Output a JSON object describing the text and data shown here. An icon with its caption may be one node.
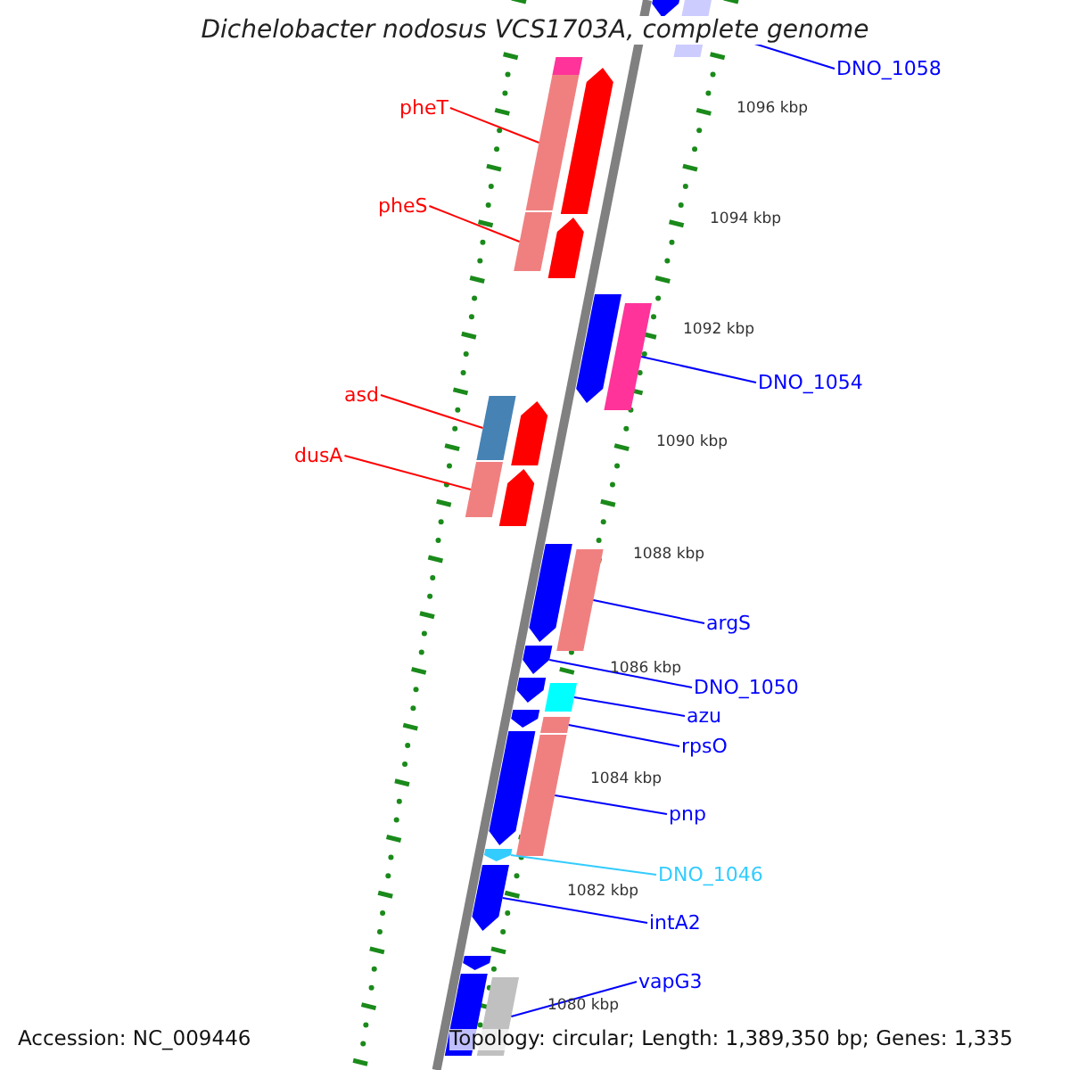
{
  "diagram": {
    "title": "Dichelobacter nodosus VCS1703A, complete genome",
    "nodes": [
      {
        "text": [
          "DNO_1058"
        ]
      },
      {
        "text": [
          "pheT"
        ]
      },
      {
        "text": [
          "pheS"
        ]
      },
      {
        "text": [
          "DNO_1054"
        ]
      },
      {
        "text": [
          "asd"
        ]
      },
      {
        "text": [
          "dusA"
        ]
      },
      {
        "text": [
          "argS"
        ]
      },
      {
        "text": [
          "DNO_1050"
        ]
      },
      {
        "text": [
          "azu"
        ]
      },
      {
        "text": [
          "rpsO"
        ]
      },
      {
        "text": [
          "pnp"
        ]
      },
      {
        "text": [
          "DNO_1046"
        ]
      },
      {
        "text": [
          "intA2"
        ]
      },
      {
        "text": [
          "vapG3"
        ]
      },
      {
        "text": [],
        "shape": "bar"
      },
      {
        "text": [],
        "shape": "bar"
      },
      {
        "text": [],
        "shape": "bar"
      },
      {
        "text": [],
        "shape": "bar"
      },
      {
        "text": [],
        "shape": "bar"
      },
      {
        "text": [],
        "shape": "bar"
      },
      {
        "text": [],
        "shape": "bar"
      },
      {
        "text": [],
        "shape": "bar"
      },
      {
        "text": [],
        "shape": "bar"
      },
      {
        "text": [],
        "shape": "bar"
      },
      {
        "text": [],
        "shape": "bar"
      },
      {
        "text": [],
        "shape": "bar"
      },
      {
        "text": [],
        "shape": "bar"
      },
      {
        "text": [],
        "shape": "bar"
      },
      {
        "text": [],
        "shape": "bar"
      },
      {
        "text": [],
        "shape": "bar"
      },
      {
        "text": [],
        "shape": "bar"
      },
      {
        "text": [],
        "shape": "bar"
      },
      {
        "text": [],
        "shape": "bar"
      },
      {
        "text": [],
        "shape": "bar"
      },
      {
        "text": [],
        "shape": "bar"
      },
      {
        "text": [],
        "shape": "bar"
      },
      {
        "text": [],
        "shape": "bar"
      },
      {
        "text": [],
        "shape": "bar"
      },
      {
        "text": [],
        "shape": "bar"
      },
      {
        "text": [],
        "shape": "bar"
      },
      {
        "text": [],
        "shape": "bar"
      }
    ],
    "edges": [
      {
        "from": 0,
        "to": 14,
        "arrow": "none"
      },
      {
        "from": 1,
        "to": 15,
        "arrow": "none",
        "color": "#ff0000"
      },
      {
        "from": 2,
        "to": 16,
        "arrow": "none",
        "color": "#ff0000"
      },
      {
        "from": 3,
        "to": 17,
        "arrow": "none"
      },
      {
        "from": 4,
        "to": 18,
        "arrow": "none",
        "color": "#ff0000"
      },
      {
        "from": 5,
        "to": 19,
        "arrow": "none",
        "color": "#ff0000"
      },
      {
        "from": 6,
        "to": 20,
        "arrow": "none"
      },
      {
        "from": 7,
        "to": 21,
        "arrow": "none"
      },
      {
        "from": 8,
        "to": 22,
        "arrow": "none"
      },
      {
        "from": 9,
        "to": 23,
        "arrow": "none"
      },
      {
        "from": 10,
        "to": 24,
        "arrow": "none"
      },
      {
        "from": 11,
        "to": 25,
        "arrow": "none",
        "color": "#33ccff"
      },
      {
        "from": 12,
        "to": 26,
        "arrow": "none"
      },
      {
        "from": 13,
        "to": 27,
        "arrow": "none"
      }
    ],
    "labels": [
      "1096 kbp",
      "1094 kbp",
      "1092 kbp",
      "1090 kbp",
      "1088 kbp",
      "1086 kbp",
      "1084 kbp",
      "1082 kbp",
      "1080 kbp",
      "Accession: NC_009446",
      "Topology: circular; Length: 1,389,350 bp; Genes: 1,335"
    ]
  }
}
